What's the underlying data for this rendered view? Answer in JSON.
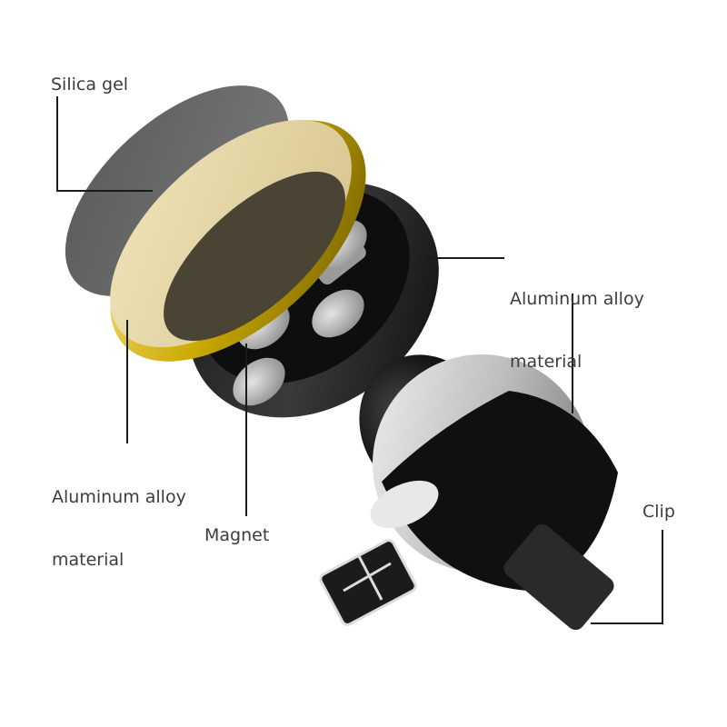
{
  "diagram": {
    "type": "exploded product diagram",
    "subject": "magnetic car air-vent phone mount",
    "labels": [
      {
        "id": "silica-gel",
        "text": "Silica gel",
        "part": "rubber pad disc"
      },
      {
        "id": "aluminum-alloy-right",
        "line1": "Aluminum alloy",
        "line2": "material",
        "part": "magnet cup and ball housing"
      },
      {
        "id": "aluminum-alloy-left",
        "line1": "Aluminum alloy",
        "line2": "material",
        "part": "gold-rim plate"
      },
      {
        "id": "magnet",
        "text": "Magnet",
        "part": "magnet cylinders"
      },
      {
        "id": "clip",
        "text": "Clip",
        "part": "vent clip"
      }
    ]
  },
  "colors": {
    "background": "#ffffff",
    "label_text": "#3c3c3c",
    "leader_line": "#1a1a1a",
    "silica_pad": "#6e6e6e",
    "gold_face": "#e6d8a8",
    "gold_rim": "#c9a800",
    "black_body": "#141414",
    "chrome": "#cfcfcf"
  }
}
